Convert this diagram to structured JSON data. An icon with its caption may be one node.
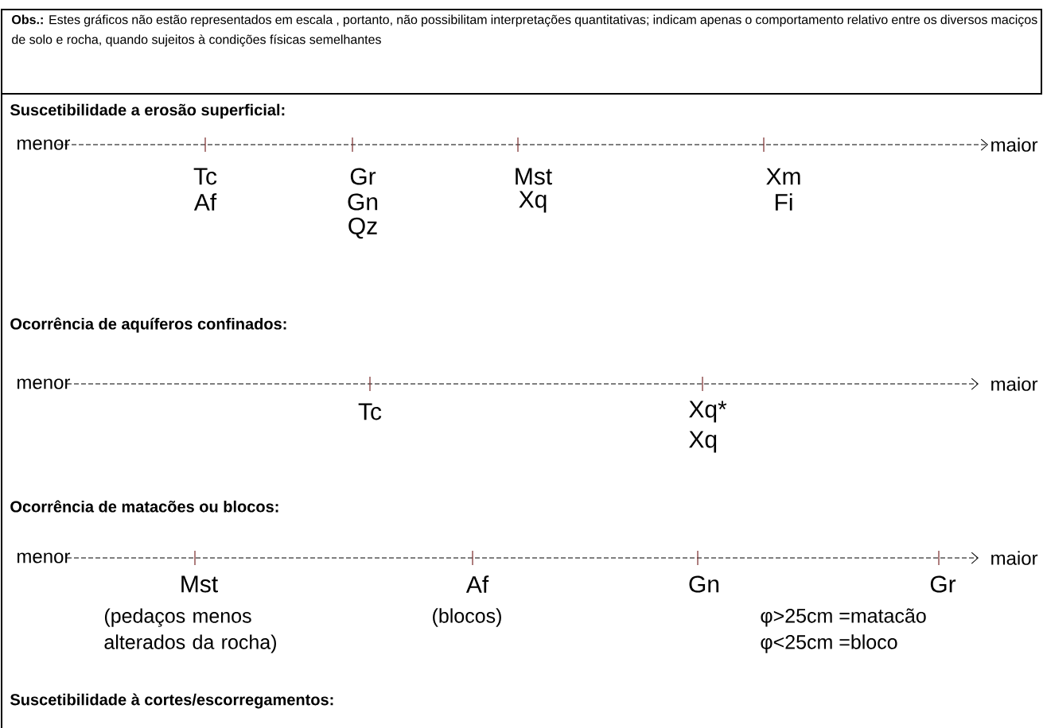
{
  "diagram": {
    "labels": [
      "**Obs.:** Estes gráficos não estão representados em escala , portanto, não possibilitam interpretações quantitativas; indicam apenas o comportamento relativo entre os diversos maciços de solo e rocha, quando sujeitos à condições físicas semelhantes",
      "Suscetibilidade a erosão superficial:",
      "menor",
      "maior",
      "Tc",
      "Gr",
      "Mst",
      "Xm",
      "Af",
      "Gn",
      "Xq",
      "Fi",
      "Qz",
      "Ocorrência de aquíferos confinados:",
      "menor",
      "maior",
      "Tc",
      "Xq*",
      "Xq",
      "Ocorrência de matacões ou blocos:",
      "menor",
      "maior",
      "Mst",
      "Af",
      "Gn",
      "Gr",
      "(pedaços menos alterados da rocha)",
      "(blocos)",
      "φ>25cm =matacão",
      "φ<25cm =bloco",
      "Suscetibilidade à cortes/escorregamentos:"
    ]
  }
}
